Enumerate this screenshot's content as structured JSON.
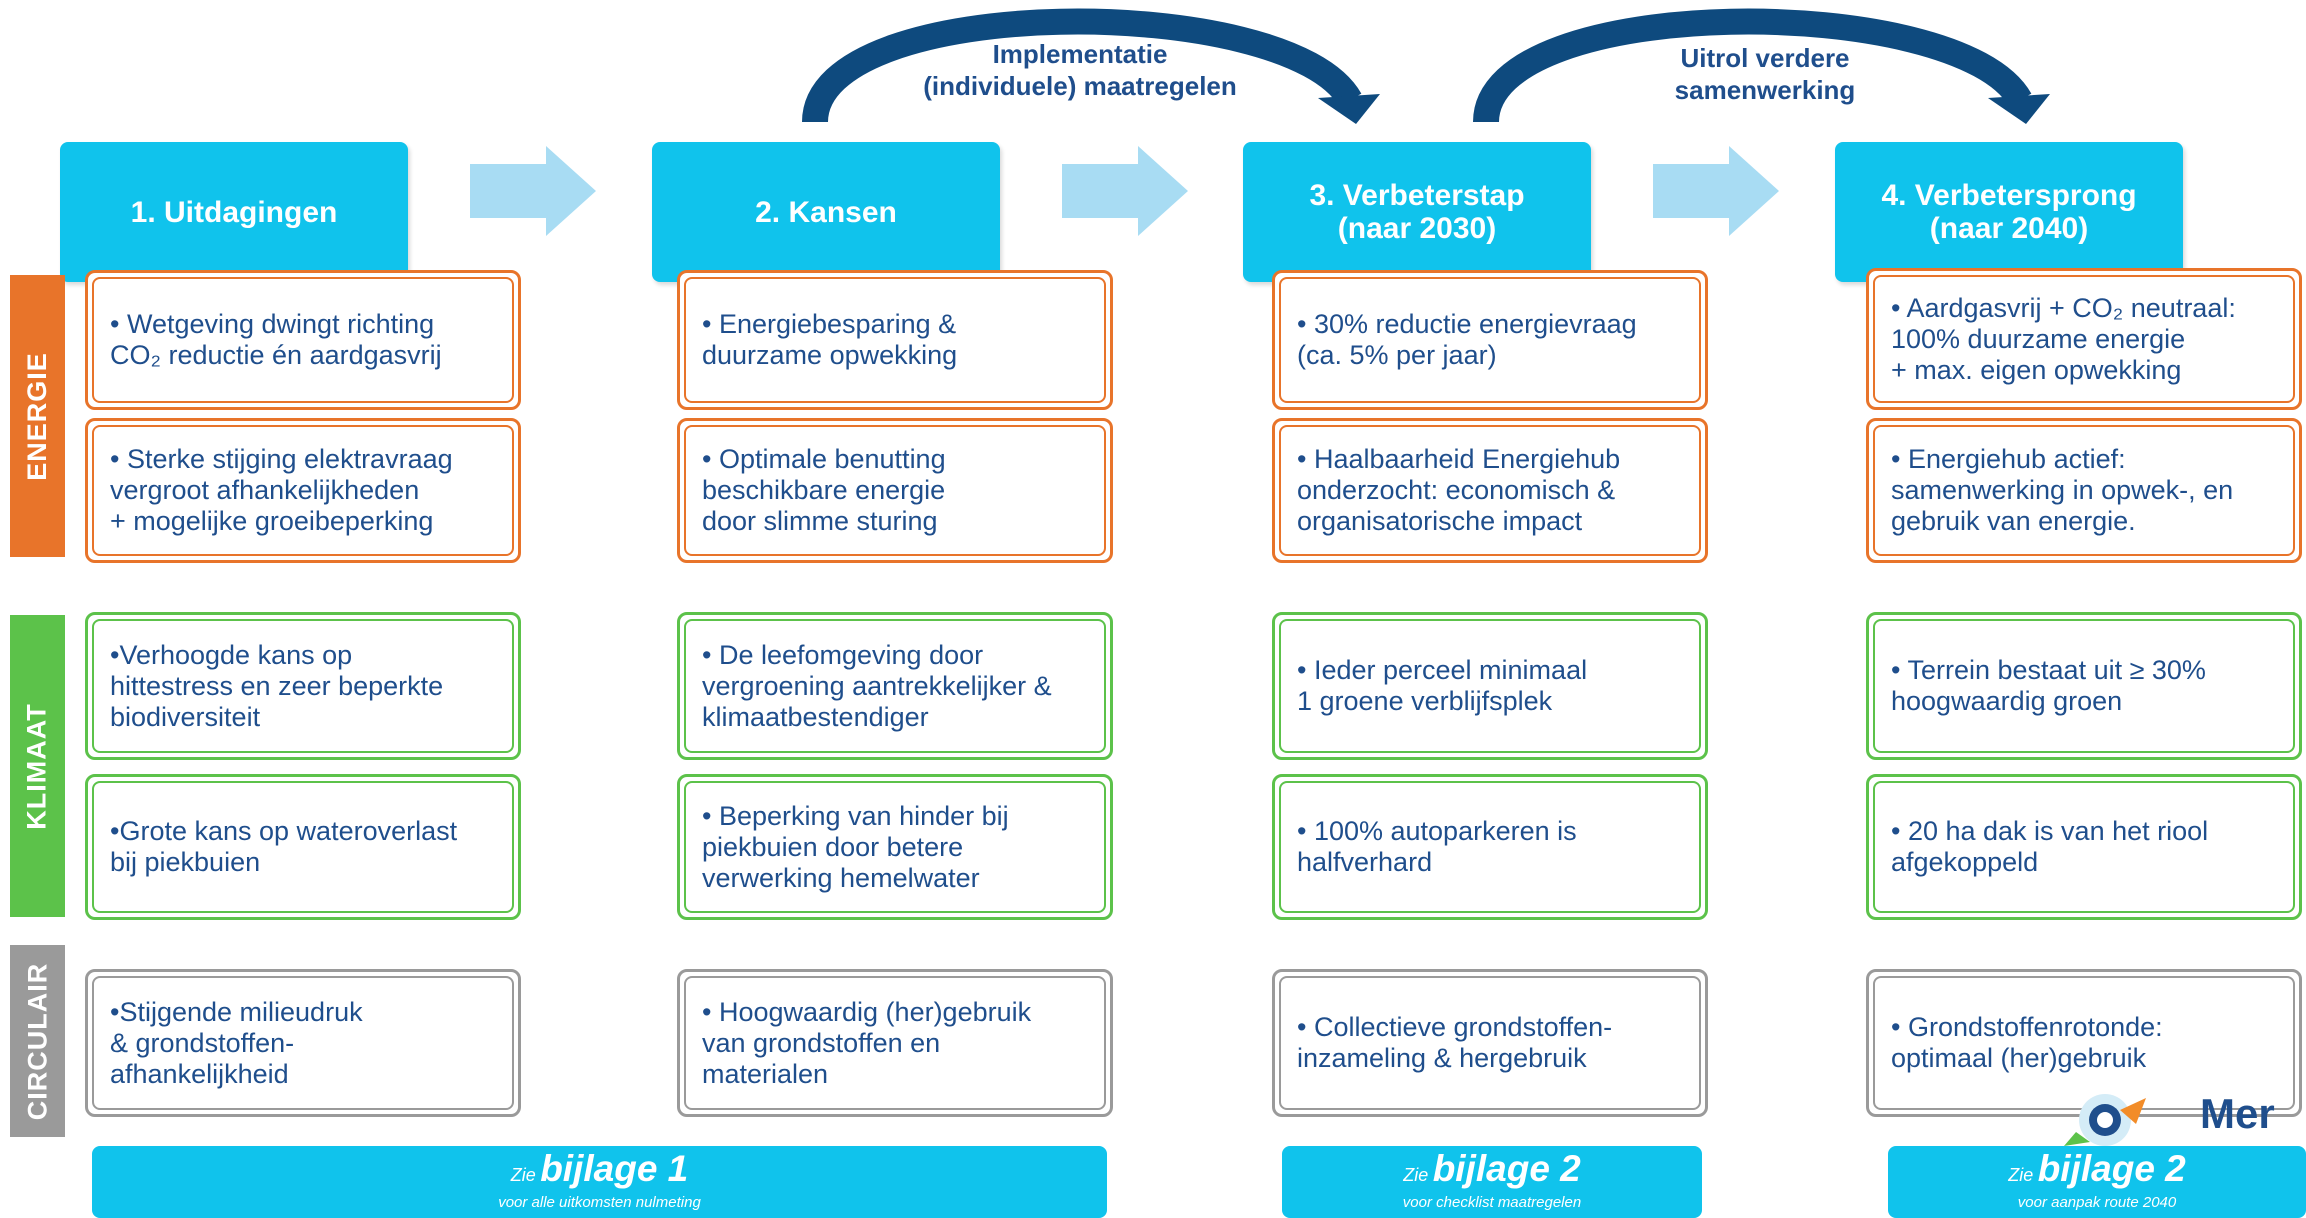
{
  "colors": {
    "header": "#10c3ec",
    "energie": "#e8742a",
    "klimaat": "#5cc24a",
    "circulair": "#9a9a9a",
    "text": "#1f4e8c",
    "curve": "#0e4a7e",
    "flow_arrow": "#a8dcf3"
  },
  "curves": [
    {
      "label": "Implementatie\n(individuele) maatregelen"
    },
    {
      "label": "Uitrol verdere\nsamenwerking"
    }
  ],
  "headers": [
    "1. Uitdagingen",
    "2. Kansen",
    "3. Verbeterstap\n(naar 2030)",
    "4. Verbetersprong\n(naar 2040)"
  ],
  "categories": {
    "energie": "ENERGIE",
    "klimaat": "KLIMAAT",
    "circulair": "CIRCULAIR"
  },
  "columns": [
    {
      "energie": [
        "• Wetgeving dwingt richting\nCO₂ reductie én aardgasvrij",
        "• Sterke stijging elektravraag\nvergroot afhankelijkheden\n+ mogelijke groeibeperking"
      ],
      "klimaat": [
        "•Verhoogde kans op\nhittestress en zeer beperkte\nbiodiversiteit",
        "•Grote kans op wateroverlast\nbij piekbuien"
      ],
      "circulair": "•Stijgende milieudruk\n& grondstoffen-\nafhankelijkheid"
    },
    {
      "energie": [
        "• Energiebesparing &\nduurzame opwekking",
        "• Optimale benutting\nbeschikbare energie\ndoor slimme sturing"
      ],
      "klimaat": [
        "• De leefomgeving door\nvergroening aantrekkelijker &\nklimaatbestendiger",
        "• Beperking van hinder bij\npiekbuien door betere\nverwerking hemelwater"
      ],
      "circulair": "• Hoogwaardig (her)gebruik\nvan grondstoffen en\nmaterialen"
    },
    {
      "energie": [
        "• 30% reductie energievraag\n(ca. 5% per jaar)",
        "• Haalbaarheid Energiehub\nonderzocht: economisch &\norganisatorische impact"
      ],
      "klimaat": [
        "• Ieder perceel minimaal\n1 groene verblijfsplek",
        "• 100% autoparkeren is\nhalfverhard"
      ],
      "circulair": "• Collectieve grondstoffen-\ninzameling & hergebruik"
    },
    {
      "energie": [
        "• Aardgasvrij + CO₂ neutraal:\n100%  duurzame energie\n+ max. eigen opwekking",
        "• Energiehub actief:\nsamenwerking in opwek-, en\ngebruik van energie."
      ],
      "klimaat": [
        "• Terrein bestaat uit ≥ 30%\nhoogwaardig groen",
        "• 20 ha dak is van het riool\nafgekoppeld"
      ],
      "circulair": "• Grondstoffenrotonde:\noptimaal (her)gebruik"
    }
  ],
  "footers": [
    {
      "zie": "Zie",
      "title": "bijlage 1",
      "sub": "voor alle uitkomsten nulmeting"
    },
    {
      "zie": "Zie",
      "title": "bijlage 2",
      "sub": "voor checklist maatregelen"
    },
    {
      "zie": "Zie",
      "title": "bijlage 2",
      "sub": "voor aanpak route 2040"
    }
  ],
  "logo_text": "Mer"
}
